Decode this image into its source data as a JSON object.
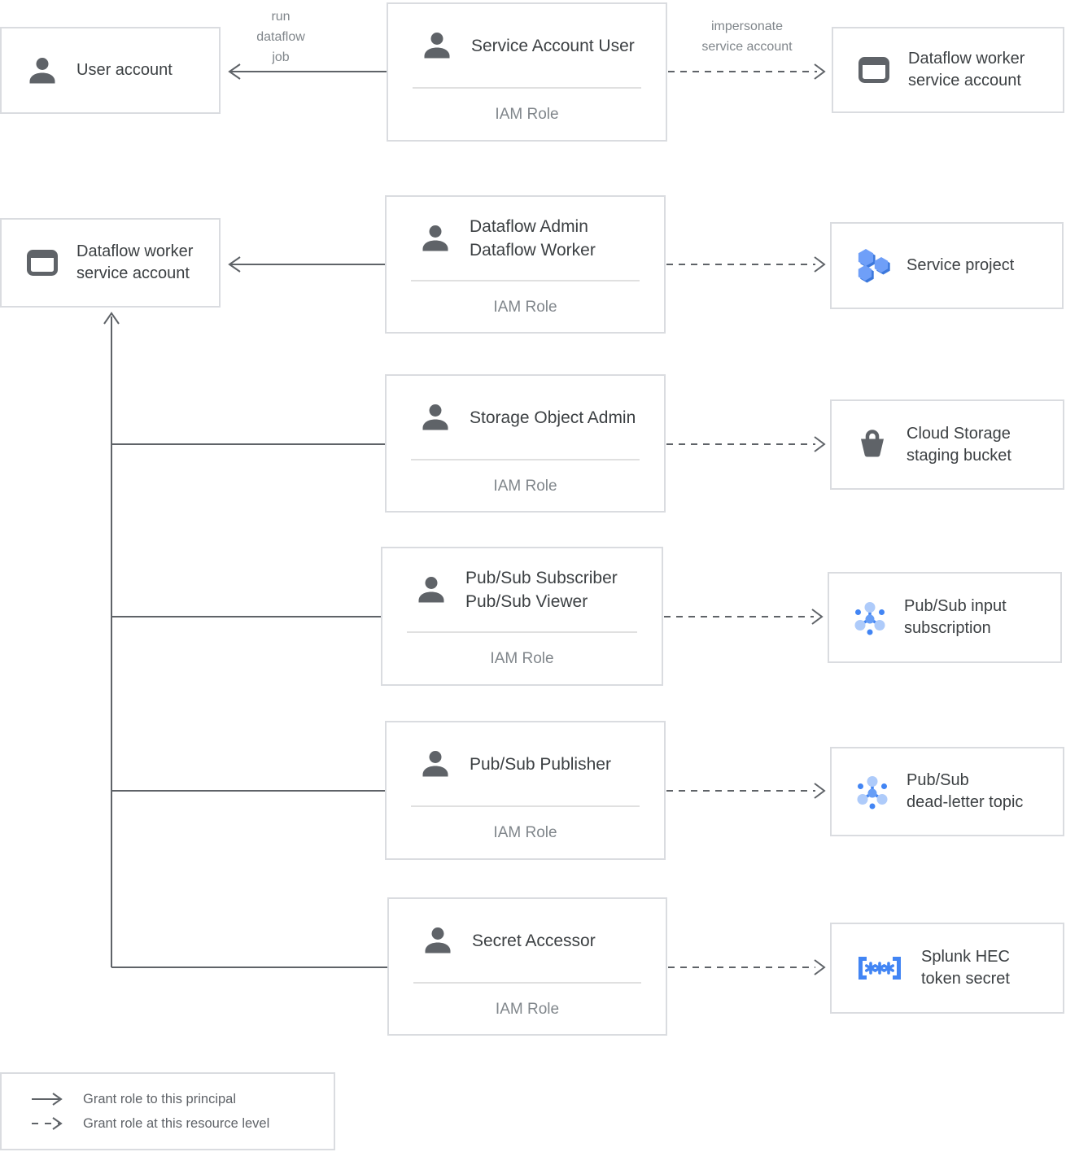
{
  "edge_labels": {
    "run_dataflow_job": {
      "lines": [
        "run",
        "dataflow",
        "job"
      ]
    },
    "impersonate": {
      "lines": [
        "impersonate",
        "service account"
      ]
    }
  },
  "principals": {
    "user_account": {
      "label": "User account"
    },
    "dataflow_worker_sa": {
      "lines": [
        "Dataflow worker",
        "service account"
      ]
    }
  },
  "iam_boxes": [
    {
      "roles": [
        "Service Account User"
      ],
      "footer": "IAM Role"
    },
    {
      "roles": [
        "Dataflow Admin",
        "Dataflow Worker"
      ],
      "footer": "IAM Role"
    },
    {
      "roles": [
        "Storage Object Admin"
      ],
      "footer": "IAM Role"
    },
    {
      "roles": [
        "Pub/Sub Subscriber",
        "Pub/Sub Viewer"
      ],
      "footer": "IAM Role"
    },
    {
      "roles": [
        "Pub/Sub Publisher"
      ],
      "footer": "IAM Role"
    },
    {
      "roles": [
        "Secret Accessor"
      ],
      "footer": "IAM Role"
    }
  ],
  "resources": {
    "dataflow_worker_sa": {
      "lines": [
        "Dataflow worker",
        "service account"
      ]
    },
    "service_project": {
      "lines": [
        "Service project"
      ]
    },
    "staging_bucket": {
      "lines": [
        "Cloud Storage",
        "staging bucket"
      ]
    },
    "input_subscription": {
      "lines": [
        "Pub/Sub input",
        "subscription"
      ]
    },
    "dead_letter_topic": {
      "lines": [
        "Pub/Sub",
        "dead-letter topic"
      ]
    },
    "splunk_secret": {
      "lines": [
        "Splunk HEC",
        "token secret"
      ]
    }
  },
  "legend": {
    "solid": "Grant role to this principal",
    "dashed": "Grant role at this resource level"
  },
  "colors": {
    "border": "#dadce0",
    "title_text": "#3c4043",
    "muted_text": "#80868b",
    "line": "#5f6368",
    "icon_gray": "#5f6368",
    "blue": "#4285f4",
    "blue_medium": "#669df6",
    "blue_light": "#aecbfa",
    "hex_blue": "#6f9ff8",
    "hex_blue_dark": "#3c78dc"
  }
}
